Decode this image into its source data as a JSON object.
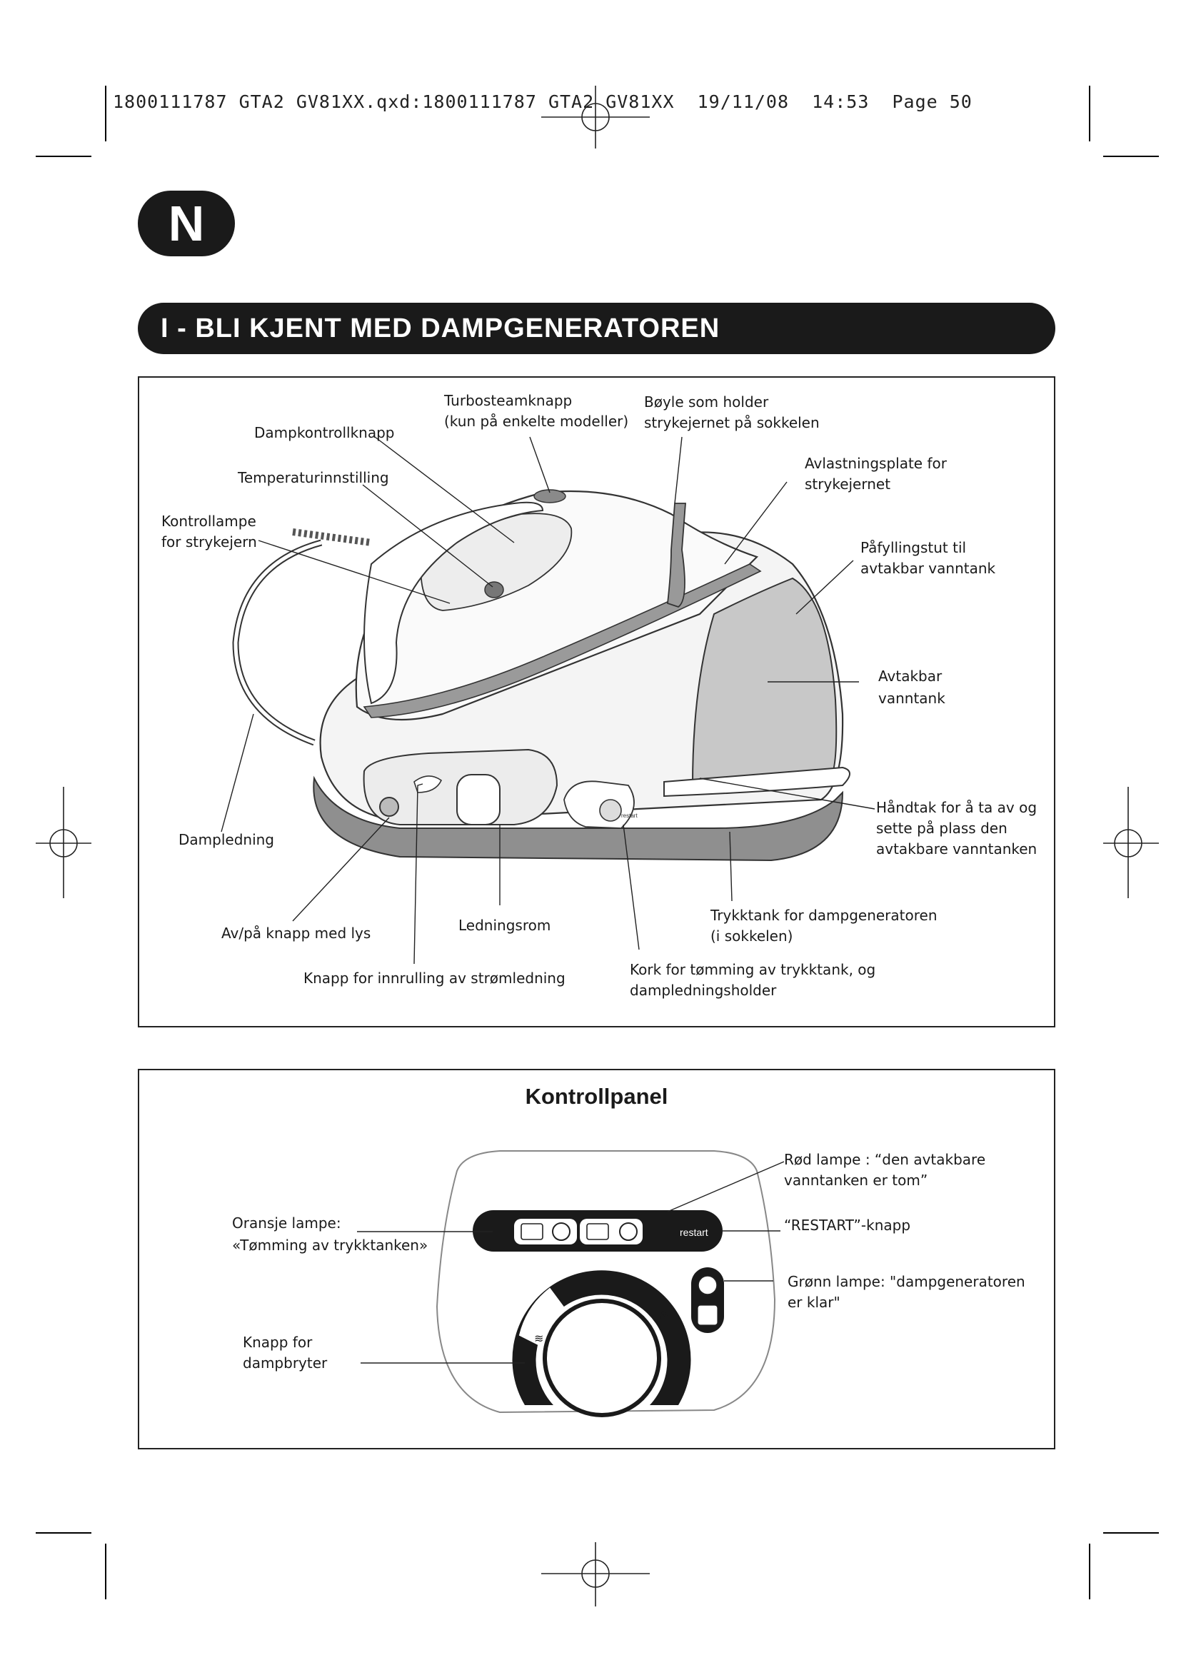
{
  "header": {
    "slug": "1800111787 GTA2 GV81XX.qxd:1800111787 GTA2 GV81XX  19/11/08  14:53  Page 50"
  },
  "language_badge": "N",
  "section_title": "I - BLI KJENT MED DAMPGENERATOREN",
  "diagram": {
    "labels": {
      "turbosteam_1": "Turbosteamknapp",
      "turbosteam_2": "(kun på enkelte modeller)",
      "boyle_1": "Bøyle som holder",
      "boyle_2": "strykejernet på sokkelen",
      "dampkontroll": "Dampkontrollknapp",
      "temperatur": "Temperaturinnstilling",
      "kontrollampe_1": "Kontrollampe",
      "kontrollampe_2": "for strykejern",
      "avlastning_1": "Avlastningsplate for",
      "avlastning_2": "strykejernet",
      "pafylling_1": "Påfyllingstut til",
      "pafylling_2": "avtakbar vanntank",
      "avtakbar_1": "Avtakbar",
      "avtakbar_2": "vanntank",
      "handtak_1": "Håndtak for å ta av og",
      "handtak_2": "sette på plass den",
      "handtak_3": "avtakbare vanntanken",
      "dampledning": "Dampledning",
      "avpa": "Av/på knapp med lys",
      "ledningsrom": "Ledningsrom",
      "innrulling": "Knapp for innrulling av strømledning",
      "trykktank_1": "Trykktank for dampgeneratoren",
      "trykktank_2": "(i sokkelen)",
      "kork_1": "Kork for tømming av trykktank, og",
      "kork_2": "dampledningsholder",
      "restart_small": "restart"
    }
  },
  "control_panel": {
    "title": "Kontrollpanel",
    "labels": {
      "rod_1": "Rød lampe : “den avtakbare",
      "rod_2": "vanntanken er tom”",
      "restart": "“RESTART”-knapp",
      "oransje_1": "Oransje lampe:",
      "oransje_2": "«Tømming av trykktanken»",
      "gronn_1": "Grønn lampe: \"dampgeneratoren",
      "gronn_2": "er klar\"",
      "knapp_1": "Knapp for",
      "knapp_2": "dampbryter",
      "restart_small": "restart"
    }
  }
}
